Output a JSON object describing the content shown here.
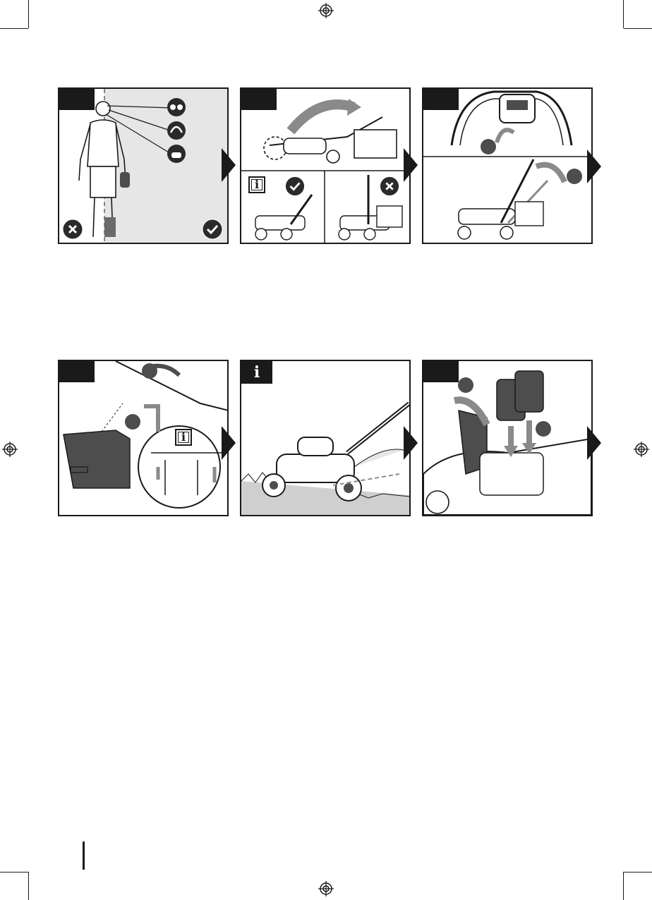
{
  "document": {
    "type": "instruction-illustrations",
    "panel_count": 6
  },
  "icons": {
    "safety": [
      "safety-glasses-icon",
      "hearing-protection-icon",
      "dust-mask-icon"
    ],
    "status": [
      "check-icon",
      "cross-icon",
      "info-icon"
    ],
    "navigation": [
      "next-step-arrow-icon"
    ]
  },
  "colors": {
    "ink": "#1a1a1a",
    "panel_bg": "#ffffff",
    "shaded_bg": "#e6e6e6",
    "arrow_gray": "#8a8a8a",
    "badge_gray": "#4d4d4d"
  },
  "info_label": "i"
}
